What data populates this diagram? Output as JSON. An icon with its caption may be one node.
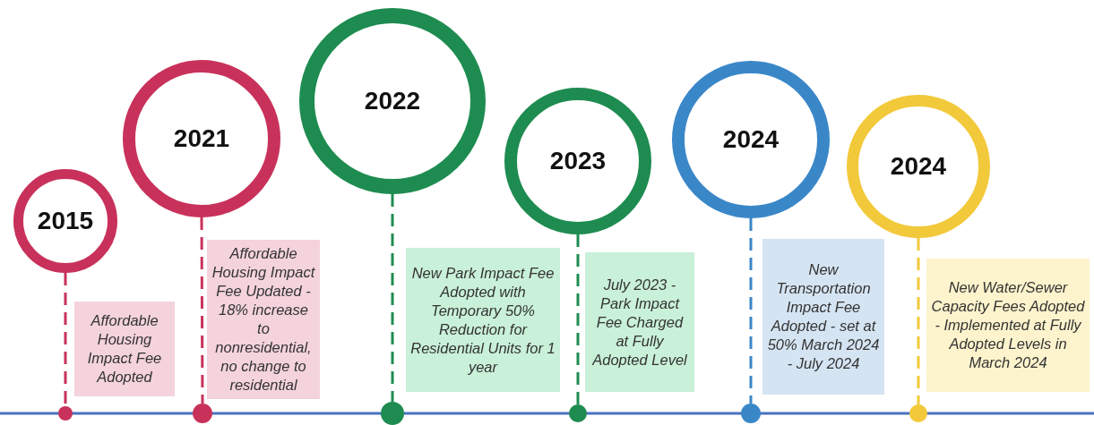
{
  "diagram": {
    "nodes": [
      {
        "text": [
          "2015"
        ]
      },
      {
        "text": [
          "Affordable Housing Impact Fee Adopted"
        ]
      },
      {
        "text": [],
        "shape": "circle"
      },
      {
        "text": [
          "2021"
        ]
      },
      {
        "text": [
          "Affordable Housing Impact Fee Updated - 18% increase to nonresidential, no change to residential"
        ]
      },
      {
        "text": [],
        "shape": "circle"
      },
      {
        "text": [
          "2022"
        ]
      },
      {
        "text": [
          "New Park Impact Fee Adopted with Temporary 50% Reduction for Residential Units for 1 year"
        ]
      },
      {
        "text": [],
        "shape": "circle"
      },
      {
        "text": [
          "2023"
        ]
      },
      {
        "text": [
          "July 2023 - Park Impact Fee Charged at Fully Adopted Level"
        ]
      },
      {
        "text": [],
        "shape": "circle"
      },
      {
        "text": [
          "2024"
        ]
      },
      {
        "text": [
          "New Transportation Impact Fee Adopted - set at 50% March 2024 - July 2024"
        ]
      },
      {
        "text": [],
        "shape": "circle"
      },
      {
        "text": [
          "2024"
        ]
      },
      {
        "text": [
          "New Water/Sewer Capacity Fees Adopted - Implemented at Fully Adopted Levels in March 2024"
        ]
      },
      {
        "text": [],
        "shape": "circle"
      }
    ],
    "edges": [
      {
        "from": 0,
        "to": 2,
        "arrow": "none",
        "style": "dashed",
        "color": "#c8325a"
      },
      {
        "from": 3,
        "to": 5,
        "arrow": "none",
        "style": "dashed",
        "color": "#c8325a"
      },
      {
        "from": 6,
        "to": 8,
        "arrow": "none",
        "style": "dashed",
        "color": "#1e8c50"
      },
      {
        "from": 9,
        "to": 11,
        "arrow": "none",
        "style": "dashed",
        "color": "#1e8c50"
      },
      {
        "from": 12,
        "to": 14,
        "arrow": "none",
        "style": "dashed",
        "color": "#3a87c8"
      },
      {
        "from": 15,
        "to": 17,
        "arrow": "none",
        "style": "dashed",
        "color": "#f2c93a"
      }
    ]
  }
}
